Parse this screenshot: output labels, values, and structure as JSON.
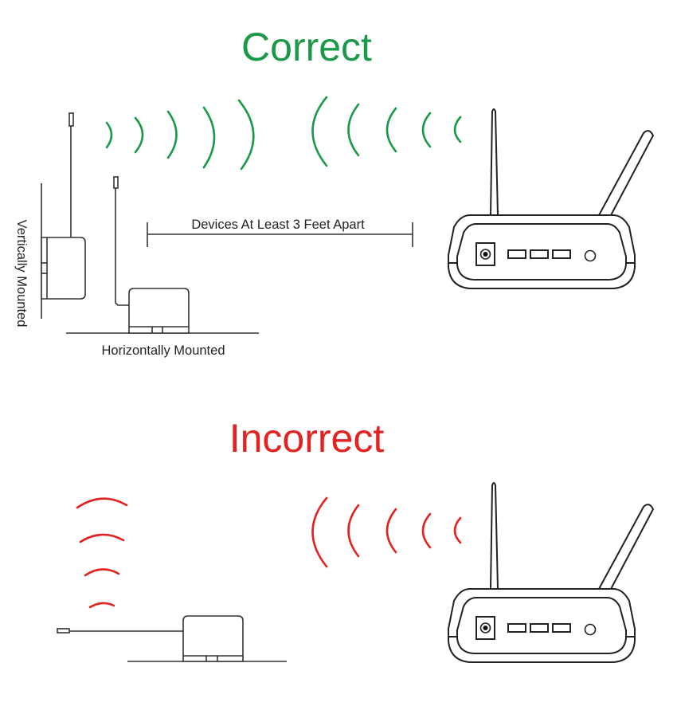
{
  "correct": {
    "title": "Correct",
    "color": "#1a9a48",
    "vertical_label": "Vertically Mounted",
    "horizontal_label": "Horizontally Mounted",
    "distance_label": "Devices At Least 3 Feet Apart"
  },
  "incorrect": {
    "title": "Incorrect",
    "color": "#e32222"
  },
  "icons": [
    "sensor-device-icon",
    "router-icon",
    "signal-wave-icon"
  ]
}
